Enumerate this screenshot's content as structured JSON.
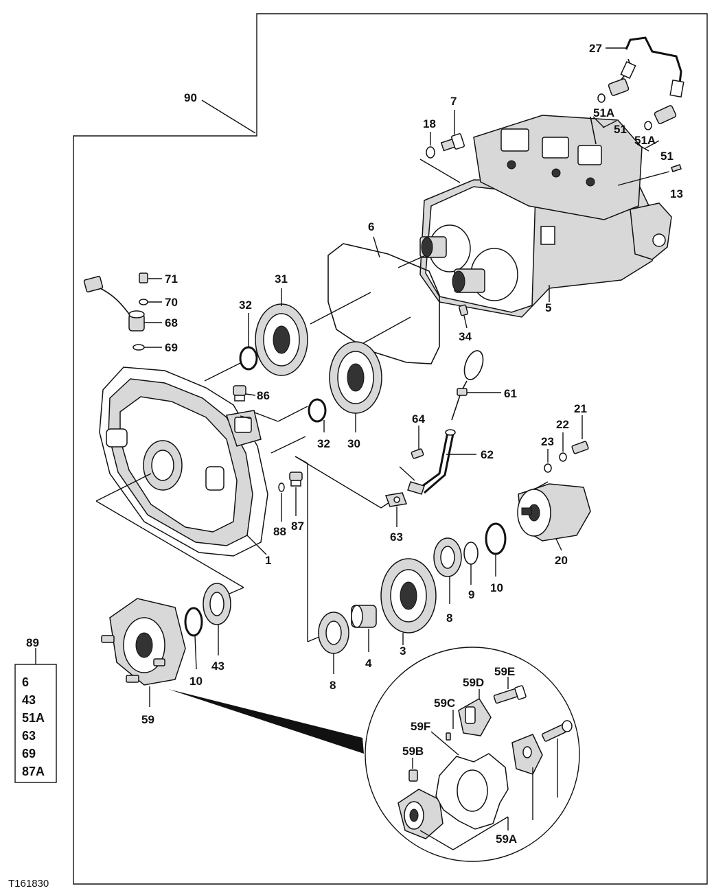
{
  "figure_id": "T161830",
  "callouts": {
    "c90": "90",
    "c27": "27",
    "c7": "7",
    "c18": "18",
    "c51A_1": "51A",
    "c51_1": "51",
    "c51A_2": "51A",
    "c51_2": "51",
    "c13": "13",
    "c6": "6",
    "c5": "5",
    "c34": "34",
    "c31": "31",
    "c32a": "32",
    "c32b": "32",
    "c30": "30",
    "c71": "71",
    "c70": "70",
    "c68": "68",
    "c69": "69",
    "c86": "86",
    "c61": "61",
    "c64": "64",
    "c62": "62",
    "c21": "21",
    "c22": "22",
    "c23": "23",
    "c63": "63",
    "c88": "88",
    "c87": "87",
    "c1": "1",
    "c20": "20",
    "c9": "9",
    "c10a": "10",
    "c8a": "8",
    "c3": "3",
    "c4": "4",
    "c8b": "8",
    "c43": "43",
    "c10b": "10",
    "c59": "59",
    "c59E": "59E",
    "c59D": "59D",
    "c59C": "59C",
    "c59F": "59F",
    "c59B": "59B",
    "c59A": "59A",
    "c89": "89"
  },
  "kit": {
    "items": [
      "6",
      "43",
      "51A",
      "63",
      "69",
      "87A"
    ]
  }
}
